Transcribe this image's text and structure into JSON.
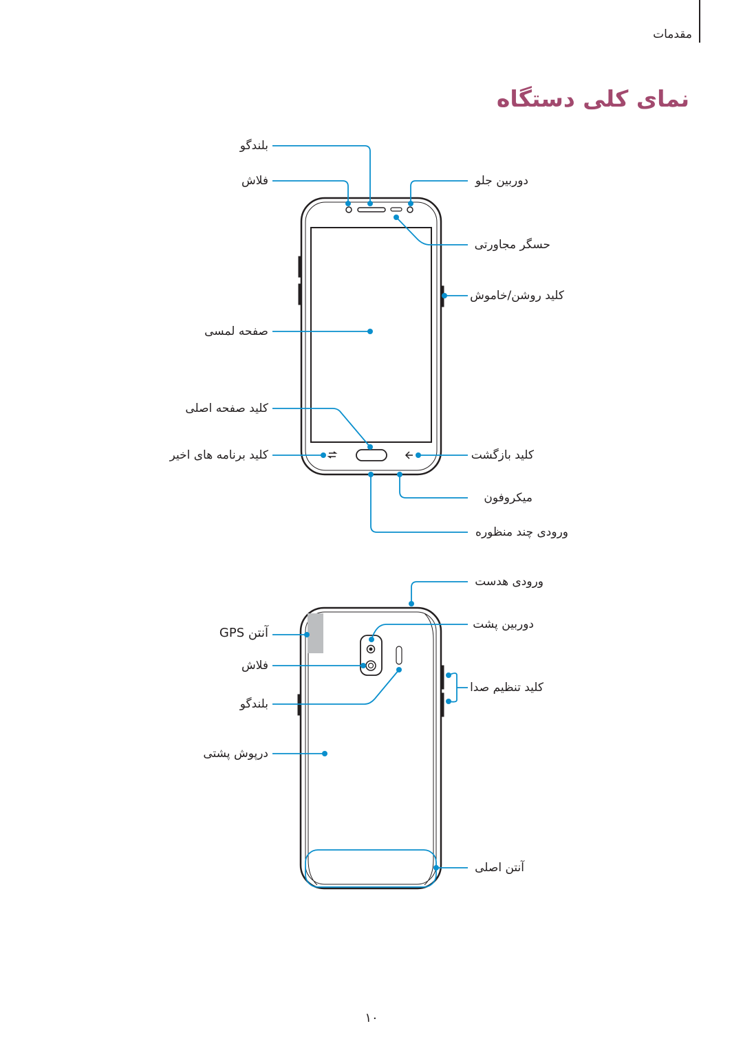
{
  "header": {
    "section": "مقدمات",
    "title": "نمای کلی دستگاه"
  },
  "front_labels": {
    "earpiece": "بلندگو",
    "flash": "فلاش",
    "front_camera": "دوربین جلو",
    "proximity_sensor": "حسگر مجاورتی",
    "power_key": "کلید روشن/خاموش",
    "touchscreen": "صفحه لمسی",
    "home_key": "کلید صفحه اصلی",
    "recents_key": "کلید برنامه های اخیر",
    "back_key": "کلید بازگشت",
    "microphone": "میکروفون",
    "headset_jack": "ورودی چند منظوره"
  },
  "back_labels": {
    "headset_jack": "ورودی هدست",
    "gps_antenna": "آنتن GPS",
    "rear_camera": "دوربین پشت",
    "flash": "فلاش",
    "volume_key": "کلید تنظیم صدا",
    "speaker": "بلندگو",
    "back_cover": "درپوش پشتی",
    "main_antenna": "آنتن اصلی"
  },
  "page_number": "۱۰",
  "colors": {
    "title": "#a2496e",
    "callout": "#0a8fcd",
    "outline": "#231f20",
    "gps_area": "#bcbec0"
  }
}
